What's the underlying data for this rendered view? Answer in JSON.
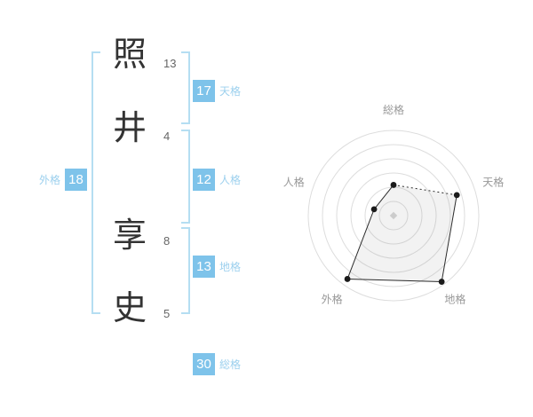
{
  "colors": {
    "badge_blue": "#7ec3ea",
    "label_blue": "#9cd0ee",
    "bracket_blue": "#b5def2",
    "name_text": "#333333",
    "stroke_text": "#666666",
    "ring_gray": "#dddddd",
    "polygon_line": "#2b2b2b",
    "point_black": "#1b1b1b",
    "center_marker_gray": "#cccccc",
    "axis_label_gray": "#999999",
    "polygon_fill": "rgba(130,130,130,0.10)"
  },
  "name": {
    "characters": [
      {
        "char": "照",
        "strokes": "13"
      },
      {
        "char": "井",
        "strokes": "4"
      },
      {
        "char": "享",
        "strokes": "8"
      },
      {
        "char": "史",
        "strokes": "5"
      }
    ]
  },
  "kaku": {
    "tenkaku": {
      "value": "17",
      "label": "天格"
    },
    "jinkaku": {
      "value": "12",
      "label": "人格"
    },
    "chikaku": {
      "value": "13",
      "label": "地格"
    },
    "gaikaku": {
      "value": "18",
      "label": "外格"
    },
    "soukaku": {
      "value": "30",
      "label": "総格"
    }
  },
  "chart_data": {
    "type": "radar",
    "title": "",
    "axes": [
      "総格",
      "天格",
      "地格",
      "外格",
      "人格"
    ],
    "values": [
      30,
      17,
      13,
      18,
      12
    ],
    "angles_deg": [
      90,
      18,
      -54,
      -126,
      162
    ],
    "plot_radius_fraction": [
      0.36,
      0.78,
      0.96,
      0.92,
      0.24
    ],
    "rings": 6,
    "max_radius_px": 96,
    "label_radius_px": 118,
    "dashed_edges": [
      [
        0,
        1
      ]
    ],
    "legend": "none",
    "grid": "concentric-circles"
  }
}
